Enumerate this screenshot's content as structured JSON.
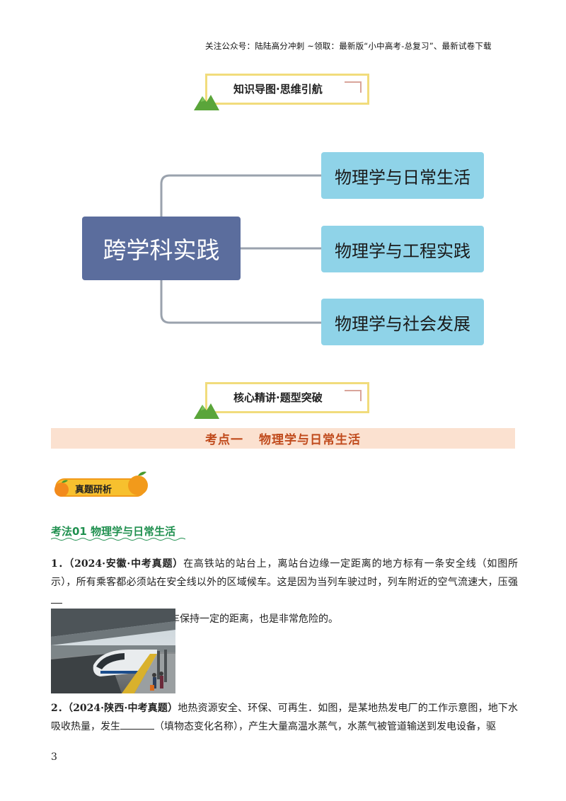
{
  "header": {
    "note": "关注公众号：陆陆高分冲刺  ~领取：最新版“小中高考-总复习”、最新试卷下载"
  },
  "banner1": {
    "label": "知识导图·思维引航"
  },
  "mindmap": {
    "center": "跨学科实践",
    "branches": [
      "物理学与日常生活",
      "物理学与工程实践",
      "物理学与社会发展"
    ]
  },
  "banner2": {
    "label": "核心精讲·题型突破"
  },
  "section": {
    "prefix": "考点一",
    "title": "物理学与日常生活"
  },
  "tag": {
    "label": "真题研析"
  },
  "method": {
    "title": "考法01  物理学与日常生活"
  },
  "q1": {
    "number": "1．",
    "source": "（2024·安徽·中考真题）",
    "text_a": "在高铁站的站台上，离站台边缘一定距离的地方标有一条安全线（如图所示），所有乘客都必须站在安全线以外的区域候车。这是因为当列车驶过时，列车附近的空气流速大，压强",
    "text_b": "，若越过安全线，即使与列车保持一定的距离，也是非常危险的。"
  },
  "q2": {
    "number": "2．",
    "source": "（2024·陕西·中考真题）",
    "text_a": "地热资源安全、环保、可再生．如图，是某地热发电厂的工作示意图，地下水吸收热量，发生",
    "text_b": "（填物态变化名称），产生大量高温水蒸气，水蒸气被管道输送到发电设备，驱"
  },
  "footer": {
    "page": "3"
  },
  "colors": {
    "center_node": "#5b6d9d",
    "branch_node": "#8fd3e8",
    "section_bar": "#fbe1d0",
    "section_text": "#c04a1c",
    "method_green": "#1e8f4e",
    "banner_border": "#f1dc7c"
  }
}
